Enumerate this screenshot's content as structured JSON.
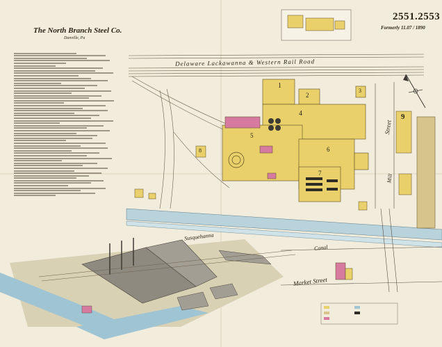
{
  "title": "The North Branch Steel Co.",
  "subtitle": "Danville, Pa",
  "sheet_number": "2551.2553",
  "formerly": "Formerly 11.07 / 1890",
  "railroad_label": "Delaware Lackawanna & Western Rail Road",
  "streets": {
    "east_side": "Street",
    "east_side_lower": "Mill",
    "river": "Susquehanna",
    "canal": "Canal",
    "market": "Market Street"
  },
  "building_numbers": [
    "1",
    "2",
    "3",
    "4",
    "5",
    "6",
    "7",
    "8",
    "9"
  ],
  "colors": {
    "paper": "#f1ecdc",
    "brick_yellow": "#e9d06b",
    "frame_tan": "#d7c48a",
    "special_pink": "#d67aa0",
    "canal_blue": "#9fc4d3",
    "ink": "#2b2417"
  },
  "icons": [
    "compass-rose-icon"
  ]
}
